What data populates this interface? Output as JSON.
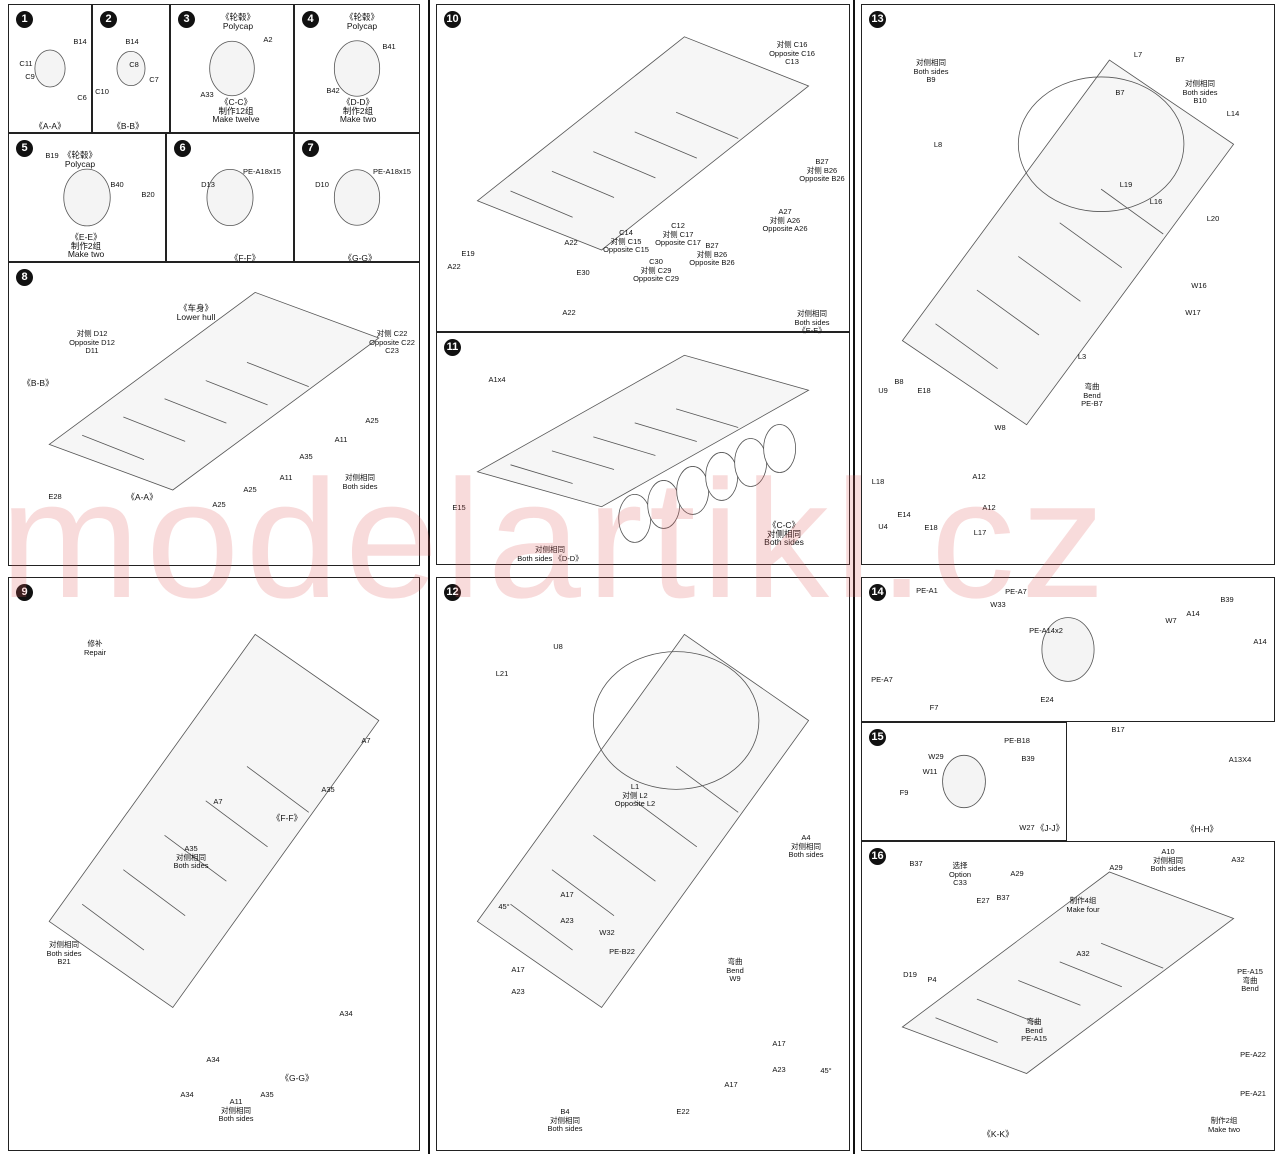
{
  "watermark": "modelartikl.cz",
  "steps": [
    {
      "n": "1",
      "labels": [
        "B14",
        "C11",
        "C9",
        "C6",
        "《A-A》"
      ]
    },
    {
      "n": "2",
      "labels": [
        "B14",
        "C8",
        "C10",
        "C7",
        "《B-B》"
      ]
    },
    {
      "n": "3",
      "labels": [
        "《轮毂》\nPolycap",
        "A2",
        "A33",
        "《C-C》\n制作12组\nMake twelve"
      ]
    },
    {
      "n": "4",
      "labels": [
        "《轮毂》\nPolycap",
        "B41",
        "B42",
        "《D-D》\n制作2组\nMake two"
      ]
    },
    {
      "n": "5",
      "labels": [
        "《轮毂》\nPolycap",
        "B19",
        "B40",
        "B20",
        "《E-E》\n制作2组\nMake two"
      ]
    },
    {
      "n": "6",
      "labels": [
        "PE-A18x15",
        "D13",
        "《F-F》"
      ]
    },
    {
      "n": "7",
      "labels": [
        "PE-A18x15",
        "D10",
        "《G-G》"
      ]
    },
    {
      "n": "8",
      "labels": [
        "《车身》\nLower hull",
        "对侧 D12\nOpposite D12\nD11",
        "对侧 C22\nOpposite C22\nC23",
        "《B-B》",
        "E28",
        "《A-A》",
        "A25",
        "A25",
        "A11",
        "A35",
        "A11",
        "A25",
        "对侧相同\nBoth sides"
      ]
    },
    {
      "n": "9",
      "labels": [
        "修补\nRepair",
        "A7",
        "A35",
        "A7",
        "《F-F》",
        "A35\n对侧相同\nBoth sides",
        "对侧相同\nBoth sides\nB21",
        "A34",
        "A34",
        "A34",
        "A11\n对侧相同\nBoth sides",
        "A35",
        "《G-G》"
      ]
    },
    {
      "n": "10",
      "labels": [
        "对侧 C16\nOpposite C16\nC13",
        "B27\n对侧 B26\nOpposite B26",
        "A27\n对侧 A26\nOpposite A26",
        "C14\n对侧 C15\nOpposite C15",
        "C12\n对侧 C17\nOpposite C17",
        "C30\n对侧 C29\nOpposite C29",
        "B27\n对侧 B26\nOpposite B26",
        "E19",
        "A22",
        "A22",
        "E30",
        "A22"
      ]
    },
    {
      "n": "11",
      "labels": [
        "A1x4",
        "对侧相同\nBoth sides\n《E-E》",
        "E15",
        "《C-C》\n对侧相同\nBoth sides",
        "对侧相同\nBoth sides 《D-D》"
      ]
    },
    {
      "n": "12",
      "labels": [
        "U8",
        "L21",
        "L1\n对侧 L2\nOpposite L2",
        "A4\n对侧相同\nBoth sides",
        "A17",
        "A23",
        "W32",
        "PE-B22",
        "弯曲\nBend\nW9",
        "A17",
        "A23",
        "A17",
        "A23",
        "A17",
        "E22",
        "B4\n对侧相同\nBoth sides",
        "45°",
        "45°"
      ]
    },
    {
      "n": "13",
      "labels": [
        "L7",
        "B7",
        "B7",
        "对侧相同\nBoth sides\nB9",
        "对侧相同\nBoth sides\nB10",
        "L14",
        "L8",
        "L19",
        "L16",
        "L20",
        "W16",
        "W17",
        "L3",
        "U9",
        "B8",
        "E18",
        "弯曲\nBend\nPE-B7",
        "W8",
        "A12",
        "L18",
        "A12",
        "U4",
        "E14",
        "E18",
        "L17"
      ]
    },
    {
      "n": "14",
      "labels": [
        "PE-A1",
        "PE-A7",
        "W33",
        "PE-A14x2",
        "PE-A7",
        "F7",
        "E24",
        "W7",
        "A14",
        "B39",
        "A14",
        "B17",
        "A13X4",
        "《H-H》"
      ]
    },
    {
      "n": "15",
      "labels": [
        "PE-B18",
        "W29",
        "B39",
        "W11",
        "F9",
        "W27",
        "《J-J》"
      ]
    },
    {
      "n": "16",
      "labels": [
        "B37",
        "选择\nOption\nC33",
        "E27",
        "B37",
        "D19",
        "A29",
        "A29",
        "制作4组\nMake four",
        "A10\n对侧相同\nBoth sides",
        "A32",
        "PE-A15\n弯曲\nBend",
        "A32",
        "P4",
        "弯曲\nBend\nPE-A15",
        "PE-A22",
        "PE-A21",
        "制作2组\nMake two",
        "《K-K》"
      ]
    }
  ]
}
